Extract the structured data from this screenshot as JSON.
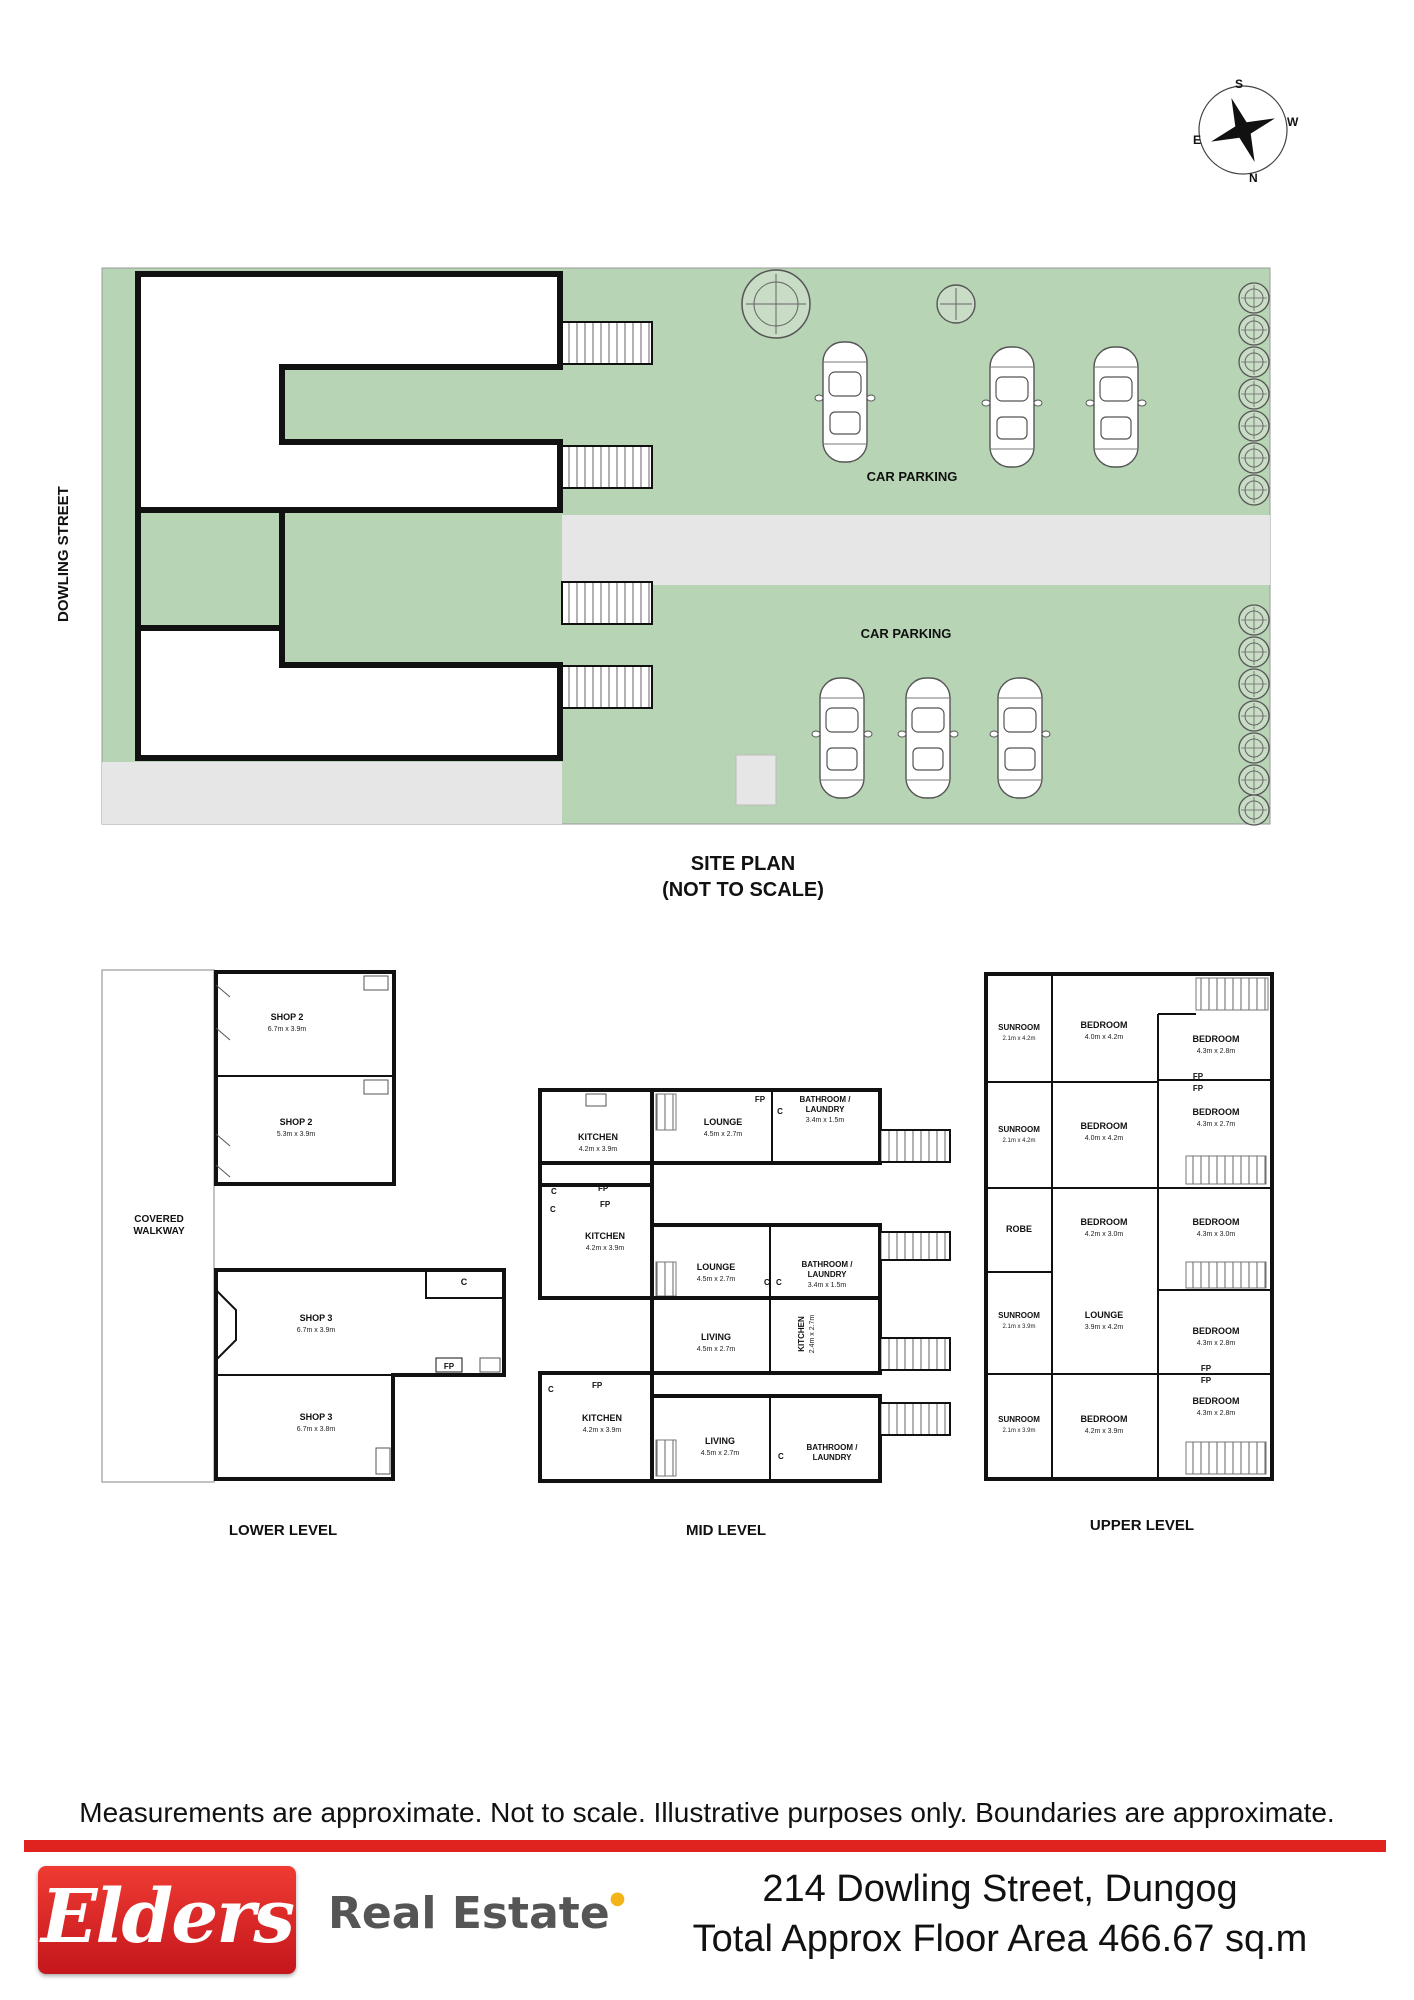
{
  "compass": {
    "s": "S",
    "w": "W",
    "e": "E",
    "n": "N"
  },
  "site": {
    "street": "DOWLING STREET",
    "car_parking_1": "CAR PARKING",
    "car_parking_2": "CAR PARKING",
    "title_line1": "SITE PLAN",
    "title_line2": "(NOT TO SCALE)"
  },
  "lower": {
    "title": "LOWER LEVEL",
    "covered_walkway_1": "COVERED",
    "covered_walkway_2": "WALKWAY",
    "rooms": [
      {
        "name": "SHOP 2",
        "dim": "6.7m x 3.9m"
      },
      {
        "name": "SHOP 2",
        "dim": "5.3m x 3.9m"
      },
      {
        "name": "SHOP 3",
        "dim": "6.7m x 3.9m"
      },
      {
        "name": "SHOP 3",
        "dim": "6.7m x 3.8m"
      }
    ],
    "c": "C",
    "fp": "FP"
  },
  "mid": {
    "title": "MID LEVEL",
    "rooms": [
      {
        "name": "KITCHEN",
        "dim": "4.2m x 3.9m"
      },
      {
        "name": "LOUNGE",
        "dim": "4.5m x 2.7m"
      },
      {
        "name": "BATHROOM /",
        "name2": "LAUNDRY",
        "dim": "3.4m x 1.5m"
      },
      {
        "name": "KITCHEN",
        "dim": "4.2m x 3.9m"
      },
      {
        "name": "LOUNGE",
        "dim": "4.5m x 2.7m"
      },
      {
        "name": "BATHROOM /",
        "name2": "LAUNDRY",
        "dim": "3.4m x 1.5m"
      },
      {
        "name": "LIVING",
        "dim": "4.5m x 2.7m"
      },
      {
        "name": "KITCHEN",
        "dim": "2.4m x 2.7m"
      },
      {
        "name": "KITCHEN",
        "dim": "4.2m x 3.9m"
      },
      {
        "name": "LIVING",
        "dim": "4.5m x 2.7m"
      },
      {
        "name": "BATHROOM /",
        "name2": "LAUNDRY",
        "dim": ""
      }
    ],
    "c": "C",
    "fp": "FP"
  },
  "upper": {
    "title": "UPPER LEVEL",
    "rooms": [
      {
        "name": "SUNROOM",
        "dim": "2.1m x 4.2m"
      },
      {
        "name": "BEDROOM",
        "dim": "4.0m x 4.2m"
      },
      {
        "name": "BEDROOM",
        "dim": "4.3m x 2.8m"
      },
      {
        "name": "SUNROOM",
        "dim": "2.1m x 4.2m"
      },
      {
        "name": "BEDROOM",
        "dim": "4.0m x 4.2m"
      },
      {
        "name": "BEDROOM",
        "dim": "4.3m x 2.7m"
      },
      {
        "name": "ROBE",
        "dim": ""
      },
      {
        "name": "BEDROOM",
        "dim": "4.2m x 3.0m"
      },
      {
        "name": "BEDROOM",
        "dim": "4.3m x 3.0m"
      },
      {
        "name": "SUNROOM",
        "dim": "2.1m x 3.9m"
      },
      {
        "name": "LOUNGE",
        "dim": "3.9m x 4.2m"
      },
      {
        "name": "BEDROOM",
        "dim": "4.3m x 2.8m"
      },
      {
        "name": "SUNROOM",
        "dim": "2.1m x 3.9m"
      },
      {
        "name": "BEDROOM",
        "dim": "4.2m x 3.9m"
      },
      {
        "name": "BEDROOM",
        "dim": "4.3m x 2.8m"
      }
    ],
    "fp": "FP"
  },
  "disclaimer": "Measurements are approximate. Not to scale. Illustrative purposes only. Boundaries are approximate.",
  "brand": {
    "logo": "Elders",
    "real_estate": "Real Estate"
  },
  "address": "214 Dowling Street, Dungog",
  "floor_area": "Total Approx Floor Area 466.67 sq.m",
  "colors": {
    "grass": "#b7d5b5",
    "paving": "#e6e6e6",
    "brand_red": "#e0231f",
    "wall": "#111111"
  }
}
